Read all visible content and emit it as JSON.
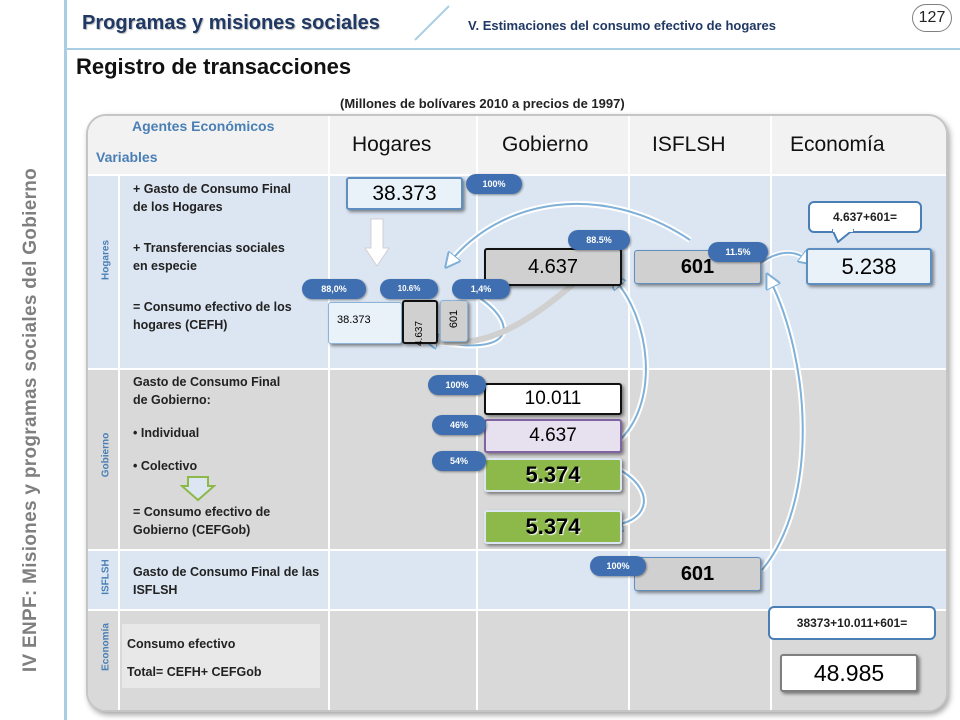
{
  "side_title": "IV ENPF:  Misiones y programas sociales del Gobierno",
  "header": {
    "title": "Programas y misiones sociales",
    "subtitle": "V. Estimaciones del consumo efectivo de hogares",
    "page_number": "127"
  },
  "section_title": "Registro de transacciones",
  "units": "(Millones de bolívares 2010 a precios de 1997)",
  "table_header": {
    "agents_label": "Agentes Económicos",
    "variables_label": "Variables",
    "columns": [
      "Hogares",
      "Gobierno",
      "ISFLSH",
      "Economía"
    ]
  },
  "row_groups": [
    "Hogares",
    "Gobierno",
    "ISFLSH",
    "Economía"
  ],
  "variables": {
    "hogares": [
      "+ Gasto de Consumo Final de los Hogares",
      "+ Transferencias sociales en especie",
      "= Consumo efectivo de los hogares (CEFH)"
    ],
    "gobierno": [
      "Gasto de Consumo Final de Gobierno:",
      "• Individual",
      "• Colectivo",
      "= Consumo efectivo de Gobierno (CEFGob)"
    ],
    "isflsh": [
      "Gasto de Consumo Final de las ISFLSH"
    ],
    "economia": [
      "Consumo efectivo",
      "Total= CEFH+ CEFGob"
    ]
  },
  "values": {
    "hog_gasto": "38.373",
    "transf_gob": "4.637",
    "transf_isflsh": "601",
    "cefh_hog": "38.373",
    "cefh_gob": "4.637",
    "cefh_isflsh": "601",
    "econ_transf": "5.238",
    "gob_total": "10.011",
    "gob_individual": "4.637",
    "gob_colectivo": "5.374",
    "cefgob": "5.374",
    "isflsh_gasto": "601",
    "econ_total": "48.985"
  },
  "callouts": {
    "transf_formula": "4.637+601=",
    "total_formula": "38373+10.011+601="
  },
  "percents": {
    "hog_gasto": "100%",
    "gob_share": "88.5%",
    "isflsh_share": "11.5%",
    "cefh_hog": "88,0%",
    "cefh_gob": "10.6%",
    "cefh_isflsh": "1,4%",
    "gob_total": "100%",
    "gob_individual": "46%",
    "gob_colectivo": "54%",
    "isflsh_gasto": "100%"
  },
  "colors": {
    "accent": "#3f6fb0",
    "band_blue": "#dce6f2",
    "band_grey": "#d9d9d9",
    "green": "#8db84a",
    "lavender": "#e6e0ef"
  }
}
